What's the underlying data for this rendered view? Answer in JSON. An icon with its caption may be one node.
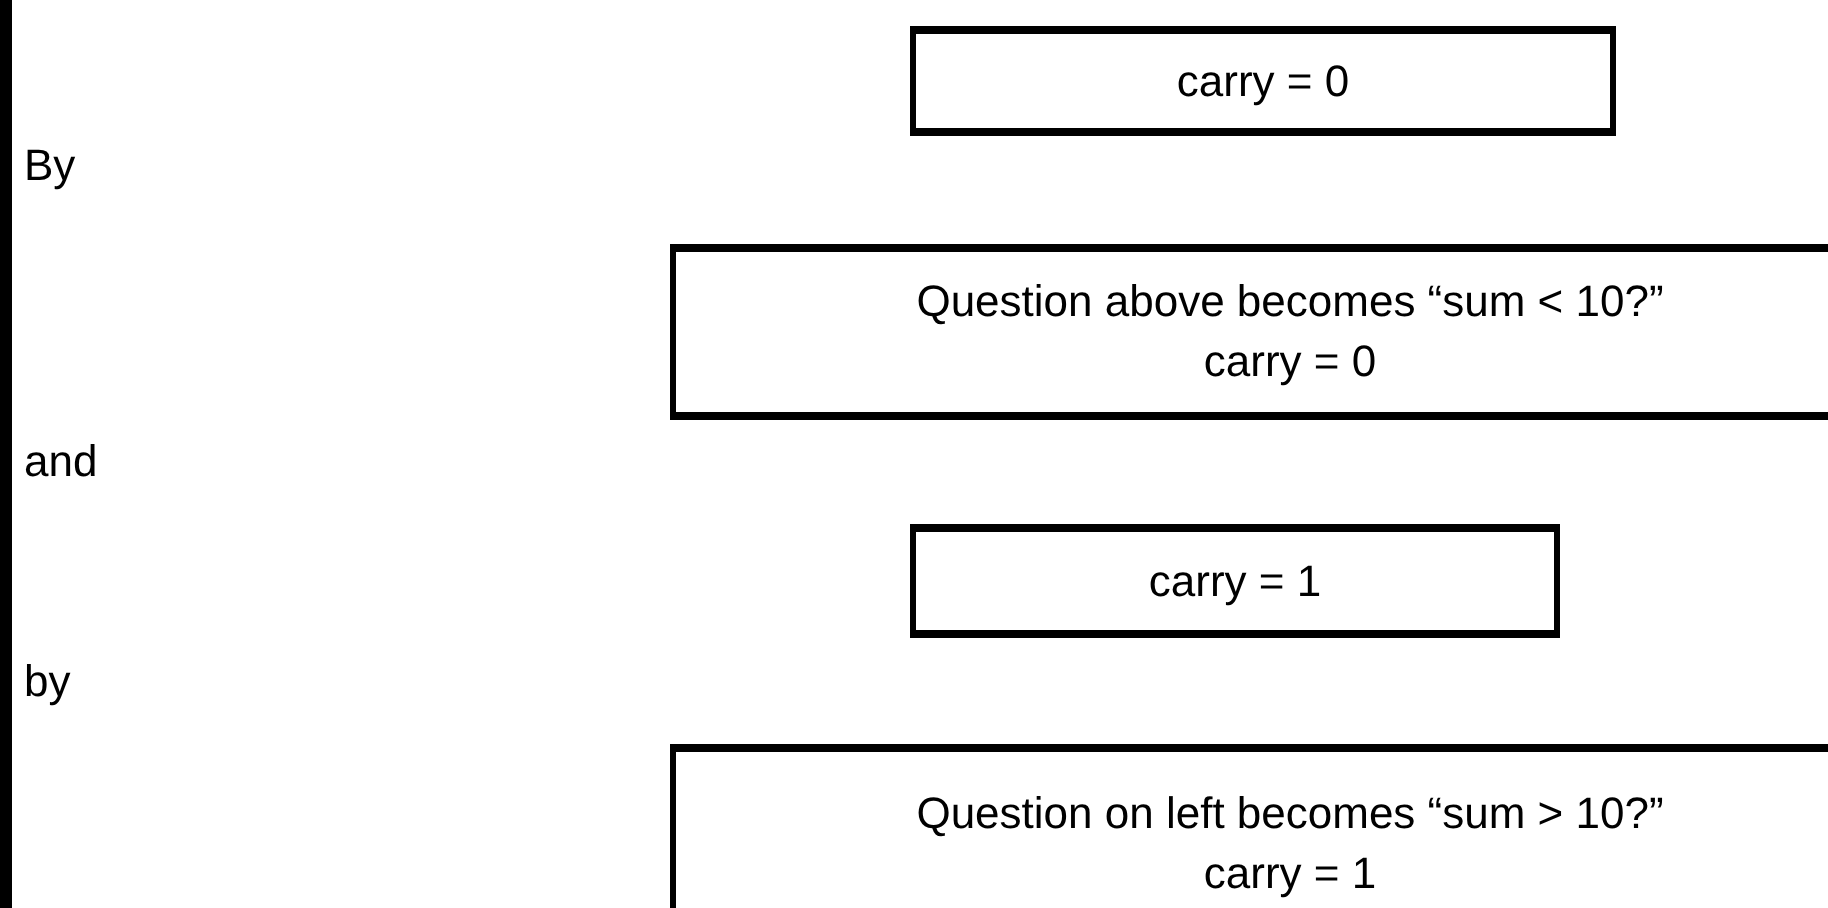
{
  "diagram": {
    "nodes": [
      {
        "text": [
          "carry = 0"
        ]
      },
      {
        "text": [
          "Question above becomes “sum < 10?”",
          "carry = 0"
        ]
      },
      {
        "text": [
          "carry = 1"
        ]
      },
      {
        "text": [
          "Question on left becomes “sum > 10?”",
          "carry = 1"
        ]
      }
    ],
    "labels": [
      "By",
      "and",
      "by"
    ]
  }
}
